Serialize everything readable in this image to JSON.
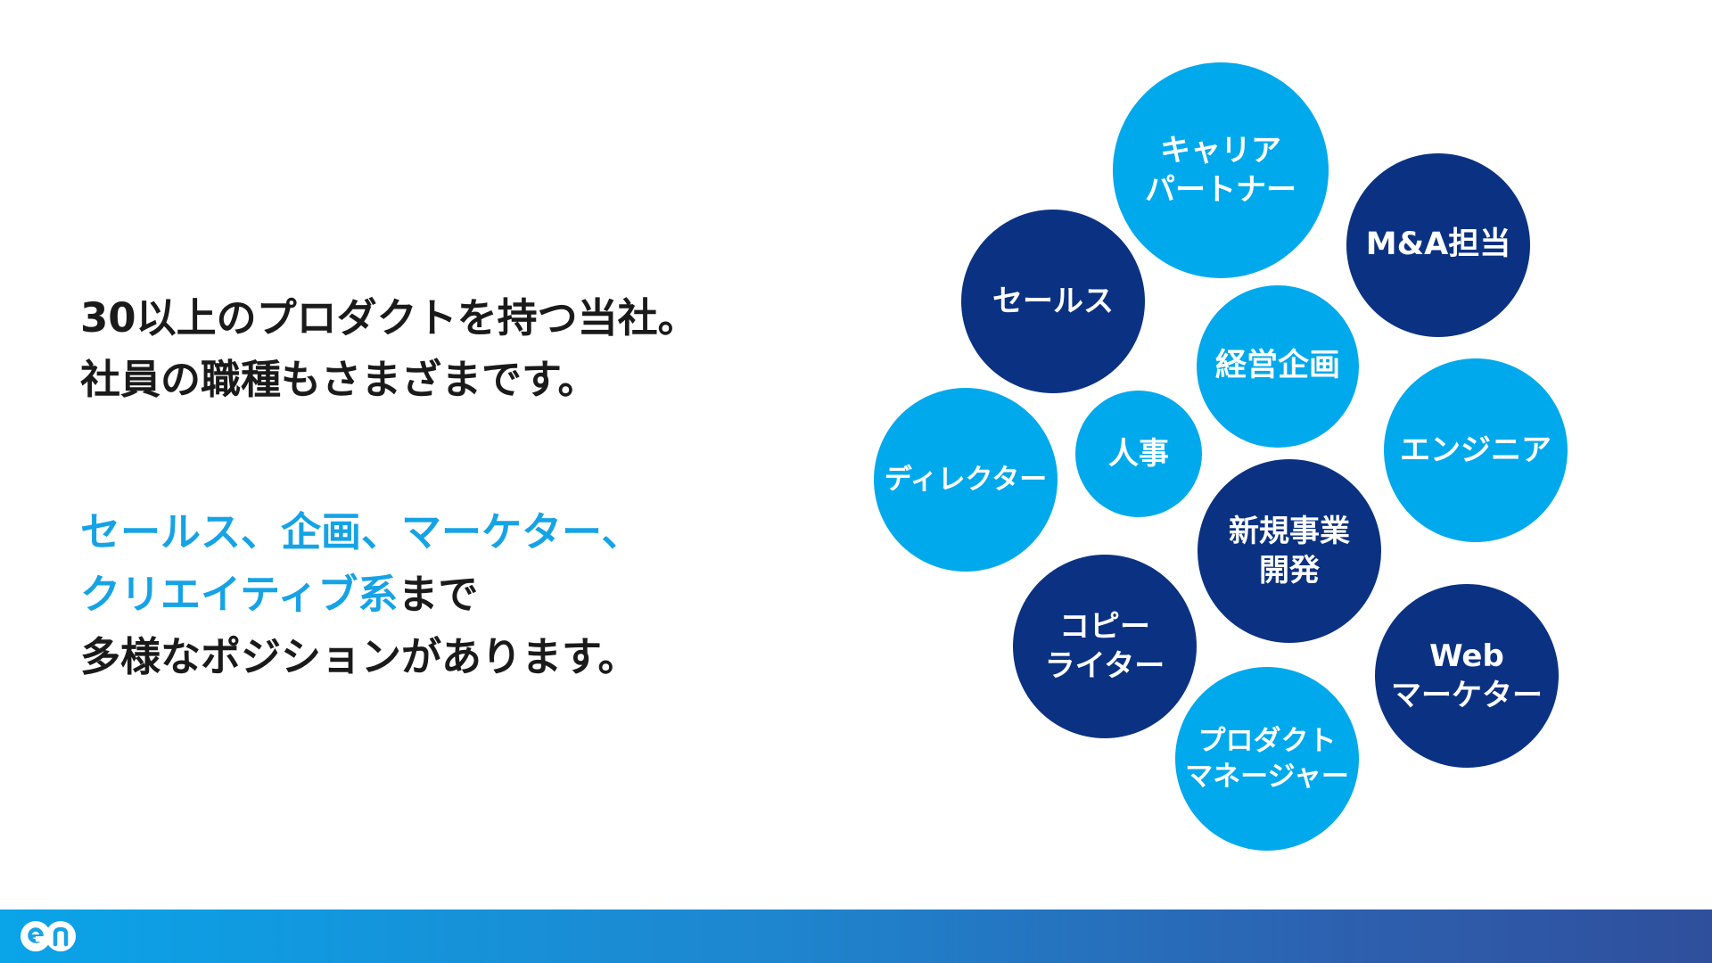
{
  "headline": {
    "line1": "30以上のプロダクトを持つ当社。",
    "line2": "社員の職種もさまざまです。"
  },
  "body": {
    "line1_accent": "セールス、企画、マーケター、",
    "line2_accent": "クリエイティブ系",
    "line2_rest": "まで",
    "line3": "多様なポジションがあります。"
  },
  "bubbles": {
    "career_partner": [
      "キャリア",
      "パートナー"
    ],
    "ma": [
      "M&A担当"
    ],
    "sales": [
      "セールス"
    ],
    "planning": [
      "経営企画"
    ],
    "engineer": [
      "エンジニア"
    ],
    "director": [
      "ディレクター"
    ],
    "hr": [
      "人事"
    ],
    "new_business": [
      "新規事業",
      "開発"
    ],
    "copywriter": [
      "コピー",
      "ライター"
    ],
    "web_marketer": [
      "Web",
      "マーケター"
    ],
    "product_manager": [
      "プロダクト",
      "マネージャー"
    ]
  },
  "colors": {
    "accent_text": "#16a3e6",
    "bubble_light": "#00a9ec",
    "bubble_dark": "#0b3282",
    "footer_start": "#0aa4e8",
    "footer_end": "#2f4f9c"
  },
  "footer": {
    "logo_icon": "en-logo-icon"
  }
}
